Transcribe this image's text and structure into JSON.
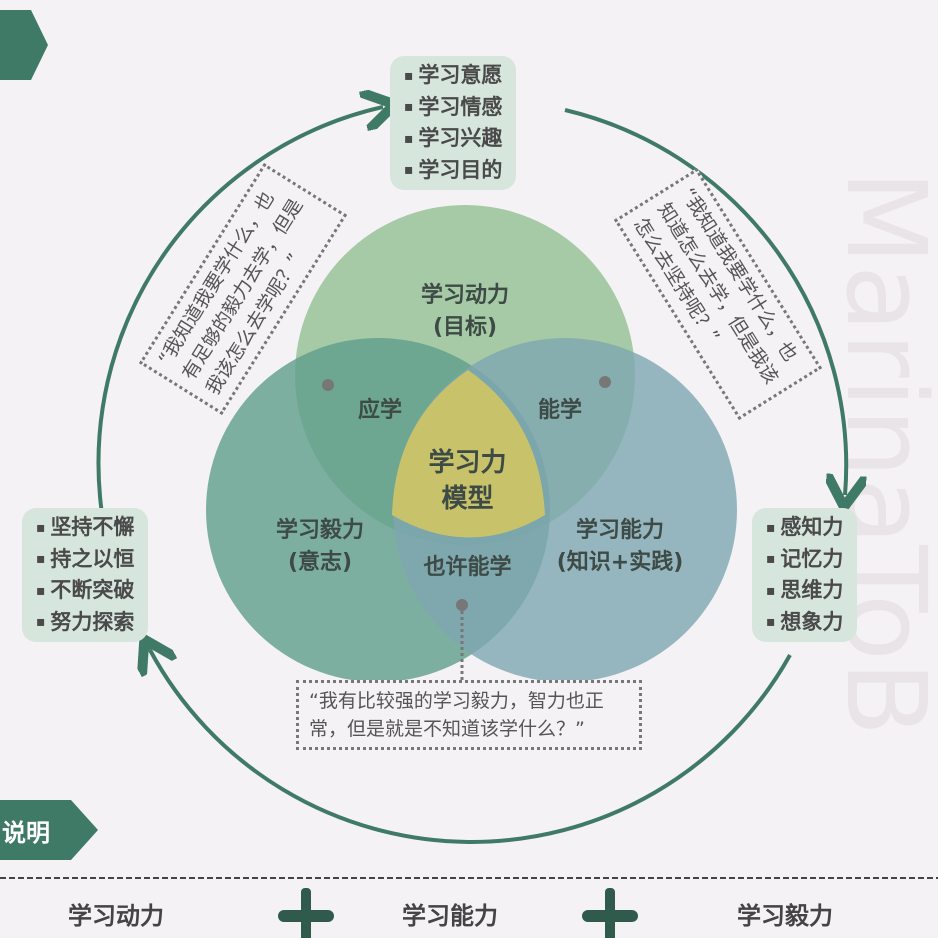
{
  "watermark": "MarinaToB",
  "section_tag": "说明",
  "motivation_items": [
    "学习意愿",
    "学习情感",
    "学习兴趣",
    "学习目的"
  ],
  "ability_items": [
    "感知力",
    "记忆力",
    "思维力",
    "想象力"
  ],
  "perseverance_items": [
    "坚持不懈",
    "持之以恒",
    "不断突破",
    "努力探索"
  ],
  "circles": {
    "motivation": [
      "学习动力",
      "(目标)"
    ],
    "perseverance": [
      "学习毅力",
      "(意志)"
    ],
    "ability": [
      "学习能力",
      "(知识+实践)"
    ]
  },
  "overlaps": {
    "should": "应学",
    "can": "能学",
    "maybe": "也许能学",
    "center": [
      "学习力",
      "模型"
    ]
  },
  "quotes": {
    "left": "“我知道我要学什么，也有足够的毅力去学，但是我该怎么去学呢？”",
    "right": "“我知道我要学什么，也知道怎么去学，但是我该怎么去坚持呢？”",
    "bottom": "“我有比较强的学习毅力，智力也正常，但是就是不知道该学什么？”"
  },
  "formula": [
    "学习动力",
    "学习能力",
    "学习毅力"
  ],
  "colors": {
    "accent": "#3f7a66",
    "motivation": "#9cc59c",
    "perseverance": "#5f9e8c",
    "ability": "#7ea6b2",
    "center": "#c8c36a"
  }
}
